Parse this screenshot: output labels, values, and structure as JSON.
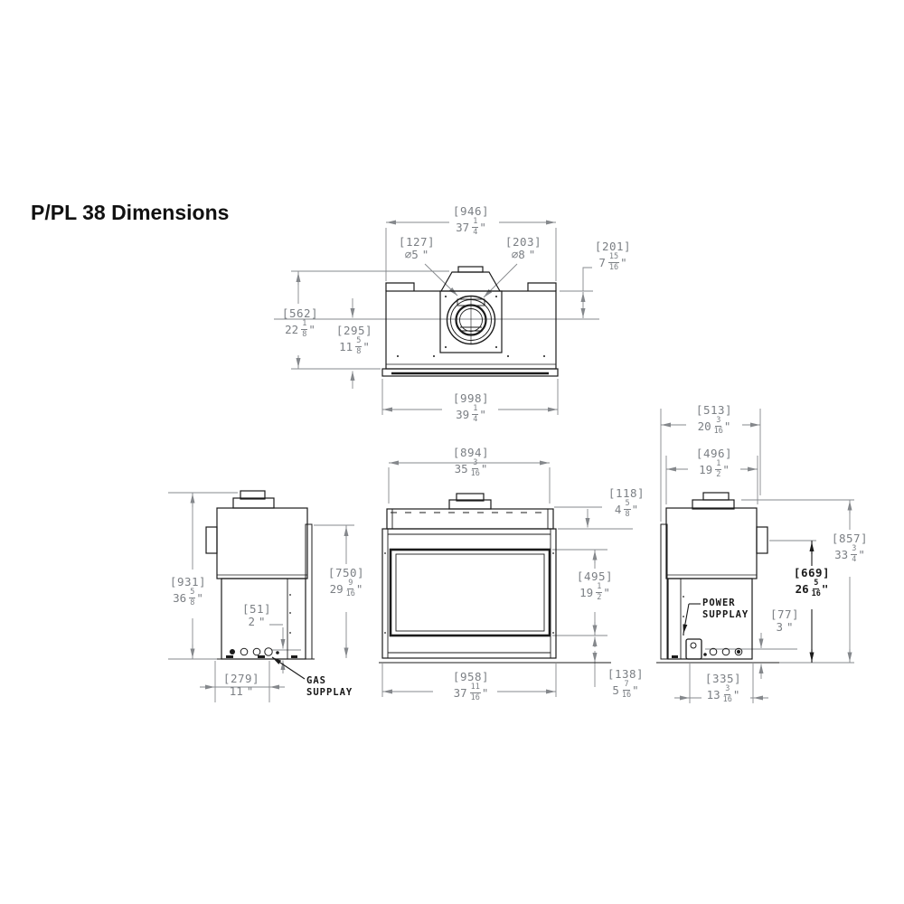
{
  "title": "P/PL 38 Dimensions",
  "callouts": {
    "gas_line1": "GAS",
    "gas_line2": "SUPPLAY",
    "power_line1": "POWER",
    "power_line2": "SUPPLAY"
  },
  "colors": {
    "dim_gray": "#7b7f84",
    "line_black": "#1b1b1b",
    "background": "#ffffff"
  },
  "dims": {
    "d946": {
      "mm": "[946]",
      "w": "37",
      "n": "1",
      "d": "4",
      "q": "\""
    },
    "d127": {
      "mm": "[127]",
      "w": "∅5",
      "q": "\""
    },
    "d203": {
      "mm": "[203]",
      "w": "∅8",
      "q": "\""
    },
    "d201": {
      "mm": "[201]",
      "w": "7",
      "n": "15",
      "d": "16",
      "q": "\""
    },
    "d562": {
      "mm": "[562]",
      "w": "22",
      "n": "1",
      "d": "8",
      "q": "\""
    },
    "d295": {
      "mm": "[295]",
      "w": "11",
      "n": "5",
      "d": "8",
      "q": "\""
    },
    "d998": {
      "mm": "[998]",
      "w": "39",
      "n": "1",
      "d": "4",
      "q": "\""
    },
    "d931": {
      "mm": "[931]",
      "w": "36",
      "n": "5",
      "d": "8",
      "q": "\""
    },
    "d51": {
      "mm": "[51]",
      "w": "2",
      "q": "\""
    },
    "d279": {
      "mm": "[279]",
      "w": "11",
      "q": "\""
    },
    "d750": {
      "mm": "[750]",
      "w": "29",
      "n": "9",
      "d": "16",
      "q": "\""
    },
    "d894": {
      "mm": "[894]",
      "w": "35",
      "n": "3",
      "d": "16",
      "q": "\""
    },
    "d118": {
      "mm": "[118]",
      "w": "4",
      "n": "5",
      "d": "8",
      "q": "\""
    },
    "d495": {
      "mm": "[495]",
      "w": "19",
      "n": "1",
      "d": "2",
      "q": "\""
    },
    "d958": {
      "mm": "[958]",
      "w": "37",
      "n": "11",
      "d": "16",
      "q": "\""
    },
    "d138": {
      "mm": "[138]",
      "w": "5",
      "n": "7",
      "d": "16",
      "q": "\""
    },
    "d513": {
      "mm": "[513]",
      "w": "20",
      "n": "3",
      "d": "16",
      "q": "\""
    },
    "d496": {
      "mm": "[496]",
      "w": "19",
      "n": "1",
      "d": "2",
      "q": "\""
    },
    "d857": {
      "mm": "[857]",
      "w": "33",
      "n": "3",
      "d": "4",
      "q": "\""
    },
    "d669": {
      "mm": "[669]",
      "w": "26",
      "n": "5",
      "d": "16",
      "q": "\""
    },
    "d77": {
      "mm": "[77]",
      "w": "3",
      "q": "\""
    },
    "d335": {
      "mm": "[335]",
      "w": "13",
      "n": "3",
      "d": "16",
      "q": "\""
    }
  }
}
